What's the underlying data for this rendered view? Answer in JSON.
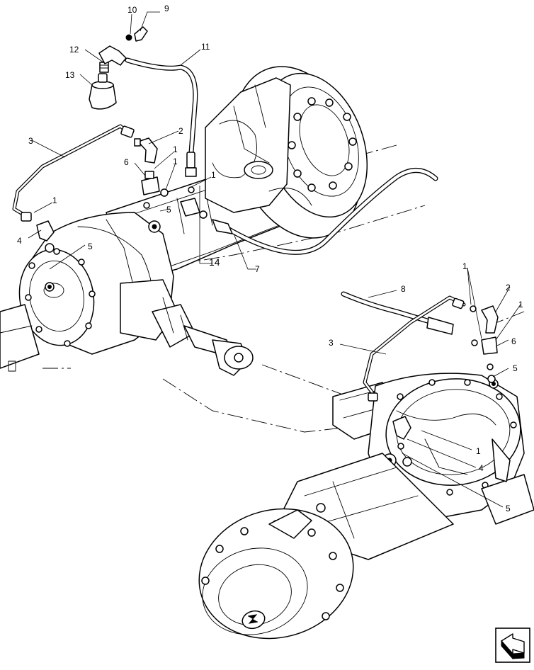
{
  "callouts": {
    "c10": "10",
    "c9": "9",
    "c11": "11",
    "c12": "12",
    "c13": "13",
    "c3a": "3",
    "c2a": "2",
    "c1a": "1",
    "c6a": "6",
    "c1b": "1",
    "c5a": "5",
    "c1c": "1",
    "c4a": "4",
    "c5b": "5",
    "c14": "14",
    "c7": "7",
    "c1d": "1",
    "c2b": "2",
    "c1e": "1",
    "c8": "8",
    "c6b": "6",
    "c3b": "3",
    "c5c": "5",
    "c1f": "1",
    "c4b": "4",
    "c5d": "5"
  },
  "nav_icon": "direction-arrow-icon"
}
